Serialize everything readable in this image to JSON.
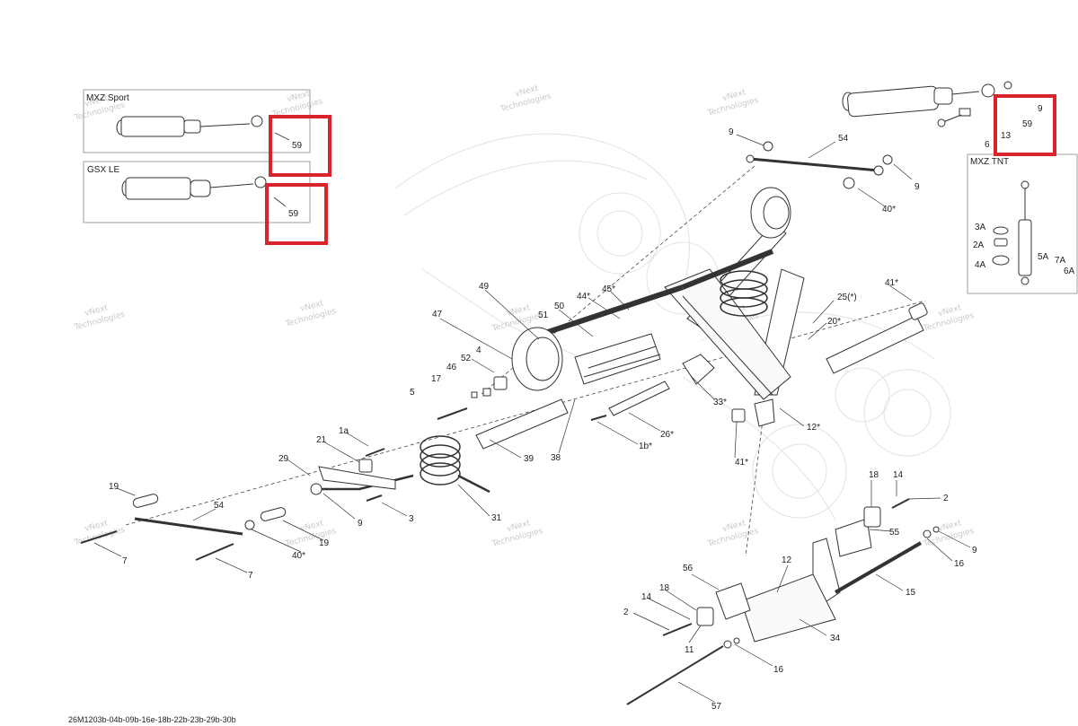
{
  "insets": {
    "mxz_sport": {
      "title": "MXZ  Sport",
      "part": "59"
    },
    "gsx_le": {
      "title": "GSX LE",
      "part": "59"
    },
    "mxz_tnt": {
      "title": "MXZ  TNT",
      "parts": [
        "3A",
        "2A",
        "4A",
        "5A",
        "7A",
        "6A"
      ]
    },
    "top_right_parts": [
      "9",
      "59",
      "13",
      "6"
    ]
  },
  "highlight_color": "#d9232d",
  "callouts": [
    "9",
    "54",
    "9",
    "40*",
    "49",
    "50",
    "44*",
    "45*",
    "47",
    "4",
    "52",
    "46",
    "17",
    "5",
    "51",
    "25(*)",
    "20*",
    "41*",
    "33*",
    "12*",
    "26*",
    "1b*",
    "41*",
    "38",
    "39",
    "1a",
    "21",
    "29",
    "9",
    "3",
    "31",
    "19",
    "54",
    "7",
    "7",
    "19",
    "40*",
    "18",
    "14",
    "2",
    "55",
    "9",
    "16",
    "15",
    "12",
    "56",
    "18",
    "14",
    "2",
    "11",
    "16",
    "34",
    "57"
  ],
  "watermark": {
    "line1": "vNext",
    "line2": "Technologies"
  },
  "document_code": "26M1203b-04b-09b-16e-18b-22b-23b-29b-30b"
}
